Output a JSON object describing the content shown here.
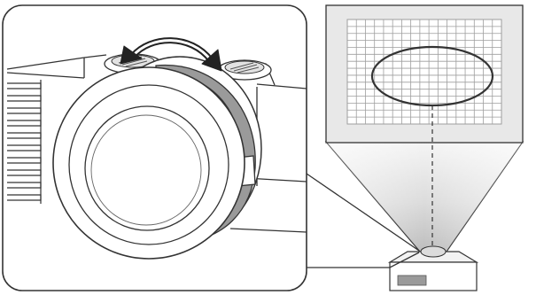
{
  "figure": {
    "panels": [
      {
        "id": "lens-closeup",
        "icon": "projector-lens-focus-ring-icon"
      },
      {
        "id": "projection-view",
        "icon": "projector-screen-grid-icon"
      }
    ],
    "focus_ring_color": "#9a9a9a",
    "outline_color": "#333333",
    "beam_light_color": "#f5f5f5",
    "beam_dark_color": "#bdbdbd",
    "screen_background_color": "#e8e8e8",
    "grid_line_color": "#9e9e9e",
    "focus_area_shape": "ellipse",
    "grid_columns": 17,
    "grid_rows": 15
  }
}
